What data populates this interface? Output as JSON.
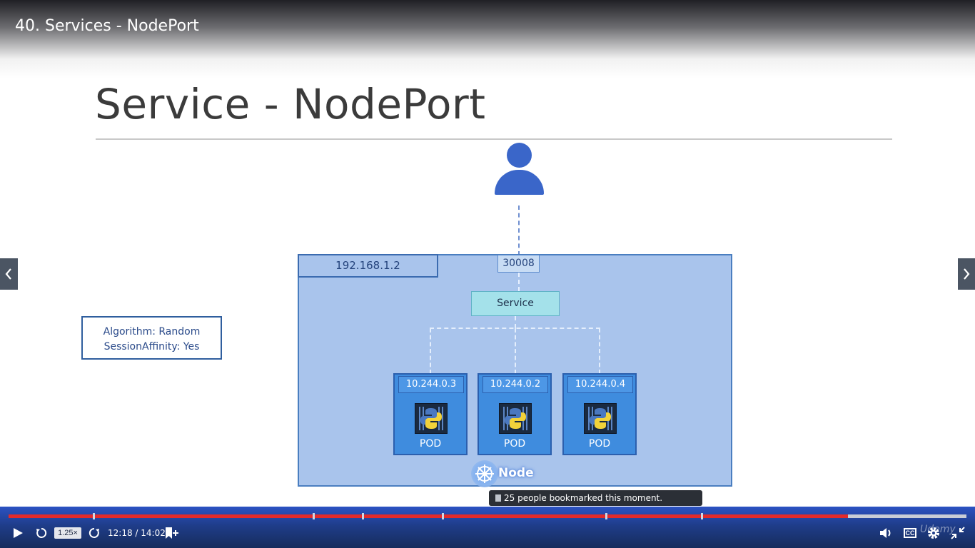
{
  "lecture": {
    "title": "40. Services - NodePort"
  },
  "slide": {
    "title": "Service - NodePort",
    "algorithm_lines": [
      "Algorithm: Random",
      "SessionAffinity: Yes"
    ],
    "node_ip": "192.168.1.2",
    "node_port": "30008",
    "service_label": "Service",
    "pods": [
      {
        "ip": "10.244.0.3",
        "label": "POD"
      },
      {
        "ip": "10.244.0.2",
        "label": "POD"
      },
      {
        "ip": "10.244.0.4",
        "label": "POD"
      }
    ],
    "node_label": "Node"
  },
  "tooltip": {
    "bookmark_text": "25 people bookmarked this moment."
  },
  "player": {
    "speed": "1.25×",
    "time": "12:18 / 14:02",
    "progress_fraction": 0.876,
    "cc_label": "CC",
    "watermark": "Udemy"
  },
  "colors": {
    "progress": "#e32a2a",
    "player_bar": "#1f3d8a",
    "node_fill": "#a9c4ec",
    "pod_fill": "#3f8cde",
    "user_icon": "#3a66c9"
  },
  "icons": {
    "prev": "chevron-left-icon",
    "next": "chevron-right-icon",
    "play": "play-icon",
    "rewind": "rewind-icon",
    "forward": "forward-icon",
    "bookmark": "bookmark-add-icon",
    "volume": "volume-icon",
    "settings": "gear-icon",
    "exit_fullscreen": "exit-fullscreen-icon"
  }
}
